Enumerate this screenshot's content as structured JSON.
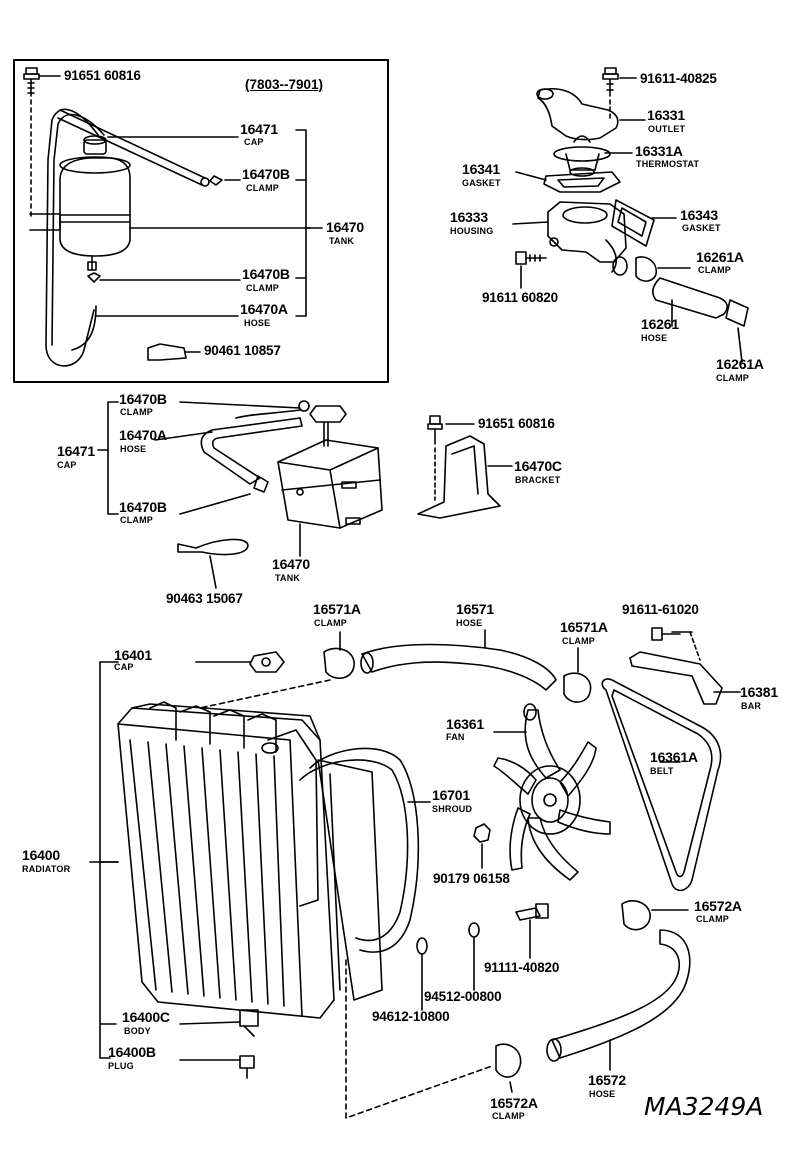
{
  "inset": {
    "range": "(7803--7901)"
  },
  "labels": {
    "p1_code": "91651 60816",
    "p_16471_num": "16471",
    "p_16471_sub": "CAP",
    "p_16470b_1_num": "16470B",
    "p_16470b_1_sub": "CLAMP",
    "p_16470_num": "16470",
    "p_16470_sub": "TANK",
    "p_16470b_2_num": "16470B",
    "p_16470b_2_sub": "CLAMP",
    "p_16470a_num": "16470A",
    "p_16470a_sub": "HOSE",
    "p_9046110857": "90461 10857",
    "p_9161140825": "91611-40825",
    "p_16331_num": "16331",
    "p_16331_sub": "OUTLET",
    "p_16331a_num": "16331A",
    "p_16331a_sub": "THERMOSTAT",
    "p_16341_num": "16341",
    "p_16341_sub": "GASKET",
    "p_16333_num": "16333",
    "p_16333_sub": "HOUSING",
    "p_16343_num": "16343",
    "p_16343_sub": "GASKET",
    "p_16261a_1_num": "16261A",
    "p_16261a_1_sub": "CLAMP",
    "p_9161160820": "91611 60820",
    "p_16261_num": "16261",
    "p_16261_sub": "HOSE",
    "p_16261a_2_num": "16261A",
    "p_16261a_2_sub": "CLAMP",
    "m_16470b_1_num": "16470B",
    "m_16470b_1_sub": "CLAMP",
    "m_16471_num": "16471",
    "m_16471_sub": "CAP",
    "m_16470a_num": "16470A",
    "m_16470a_sub": "HOSE",
    "m_16470b_2_num": "16470B",
    "m_16470b_2_sub": "CLAMP",
    "m_16470_num": "16470",
    "m_16470_sub": "TANK",
    "m_9046315067": "90463 15067",
    "m_9165160816": "91651 60816",
    "m_16470c_num": "16470C",
    "m_16470c_sub": "BRACKET",
    "l_16571a_1_num": "16571A",
    "l_16571a_1_sub": "CLAMP",
    "l_16571_num": "16571",
    "l_16571_sub": "HOSE",
    "l_16571a_2_num": "16571A",
    "l_16571a_2_sub": "CLAMP",
    "l_9161161020": "91611-61020",
    "l_16401_num": "16401",
    "l_16401_sub": "CAP",
    "l_16381_num": "16381",
    "l_16381_sub": "BAR",
    "l_16361_num": "16361",
    "l_16361_sub": "FAN",
    "l_16361a_num": "16361A",
    "l_16361a_sub": "BELT",
    "l_16701_num": "16701",
    "l_16701_sub": "SHROUD",
    "l_16400_num": "16400",
    "l_16400_sub": "RADIATOR",
    "l_9017906158": "90179 06158",
    "l_16572a_1_num": "16572A",
    "l_16572a_1_sub": "CLAMP",
    "l_9111140820": "91111-40820",
    "l_9451200800": "94512-00800",
    "l_9461210800": "94612-10800",
    "l_16400c_num": "16400C",
    "l_16400c_sub": "BODY",
    "l_16400b_num": "16400B",
    "l_16400b_sub": "PLUG",
    "l_16572_num": "16572",
    "l_16572_sub": "HOSE",
    "l_16572a_2_num": "16572A",
    "l_16572a_2_sub": "CLAMP"
  },
  "figure_code": "MA3249A"
}
